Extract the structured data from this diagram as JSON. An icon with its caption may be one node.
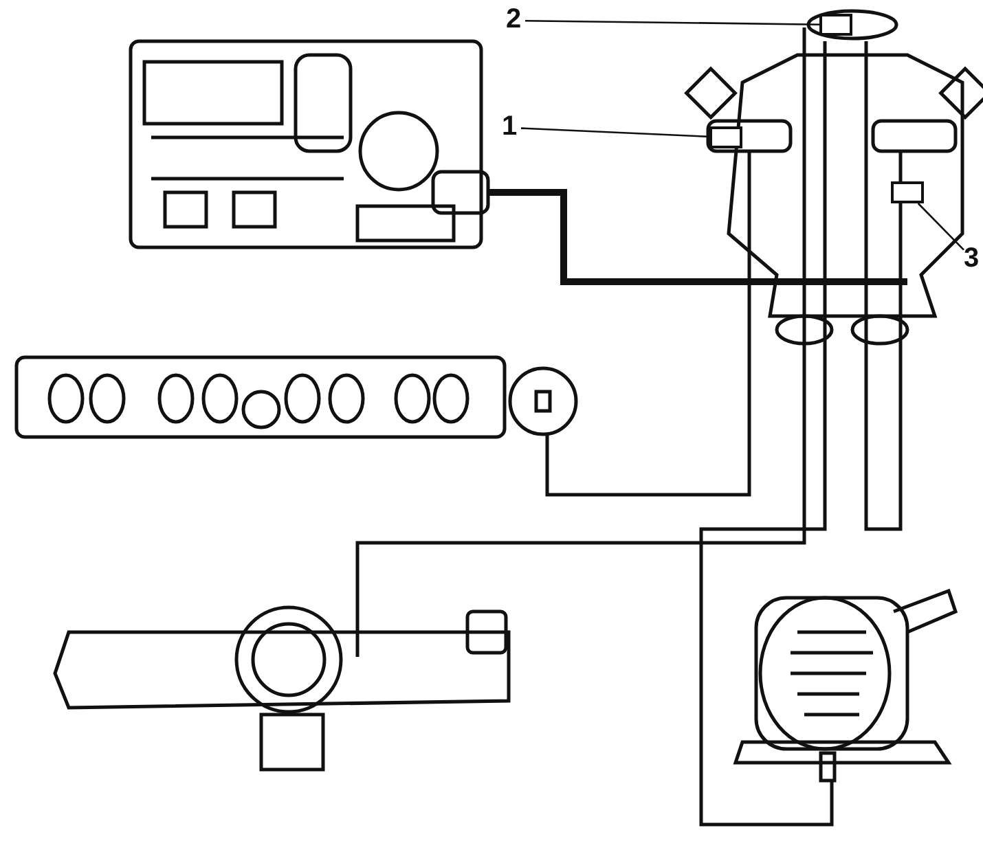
{
  "diagram": {
    "nodes": [
      {
        "text": [
          "1"
        ]
      },
      {
        "text": [
          "2"
        ]
      },
      {
        "text": [
          "3"
        ]
      },
      {
        "text": [],
        "shape": "box"
      },
      {
        "text": [],
        "shape": "box"
      },
      {
        "text": [],
        "shape": "box"
      }
    ],
    "edges": [
      {
        "from": 0,
        "to": 3,
        "arrow": "none"
      },
      {
        "from": 1,
        "to": 4,
        "arrow": "none"
      },
      {
        "from": 2,
        "to": 5,
        "arrow": "none"
      }
    ]
  }
}
